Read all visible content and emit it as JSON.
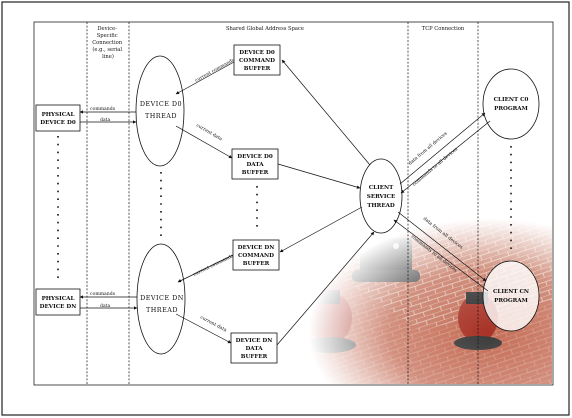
{
  "headers": {
    "device_specific": [
      "Device-",
      "Specific",
      "Connection",
      "(e.g., serial",
      "line)"
    ],
    "shared_space": "Shared Global Address Space",
    "tcp": "TCP Connection"
  },
  "nodes": {
    "physical_d0": [
      "PHYSICAL",
      "DEVICE D0"
    ],
    "physical_dn": [
      "PHYSICAL",
      "DEVICE DN"
    ],
    "thread_d0": [
      "DEVICE D0",
      "THREAD"
    ],
    "thread_dn": [
      "DEVICE DN",
      "THREAD"
    ],
    "cmd_buffer_d0": [
      "DEVICE D0",
      "COMMAND",
      "BUFFER"
    ],
    "data_buffer_d0": [
      "DEVICE D0",
      "DATA",
      "BUFFER"
    ],
    "cmd_buffer_dn": [
      "DEVICE DN",
      "COMMAND",
      "BUFFER"
    ],
    "data_buffer_dn": [
      "DEVICE DN",
      "DATA",
      "BUFFER"
    ],
    "client_service": [
      "CLIENT",
      "SERVICE",
      "THREAD"
    ],
    "client_c0": [
      "CLIENT C0",
      "PROGRAM"
    ],
    "client_cn": [
      "CLIENT CN",
      "PROGRAM"
    ]
  },
  "edges": {
    "commands_d0": "commands",
    "data_d0": "data",
    "commands_dn": "commands",
    "data_dn": "data",
    "current_commands_d0": "current commands",
    "current_data_d0": "current data",
    "current_commands_dn": "current commands",
    "current_data_dn": "current data",
    "data_from_all_c0": "data from all devices",
    "commands_to_all_c0": "commands to all devices",
    "data_from_all_cn": "data from all devices",
    "commands_to_all_cn": "commands to all devices"
  },
  "colors": {
    "line": "#111111",
    "frame": "#222222",
    "photo_brick": "#b5563c",
    "photo_floor": "#d9d2cc",
    "robot_dark": "#2b2b2b",
    "robot_red": "#a83226"
  },
  "icons": {
    "photo": "robot-photo-icon"
  }
}
